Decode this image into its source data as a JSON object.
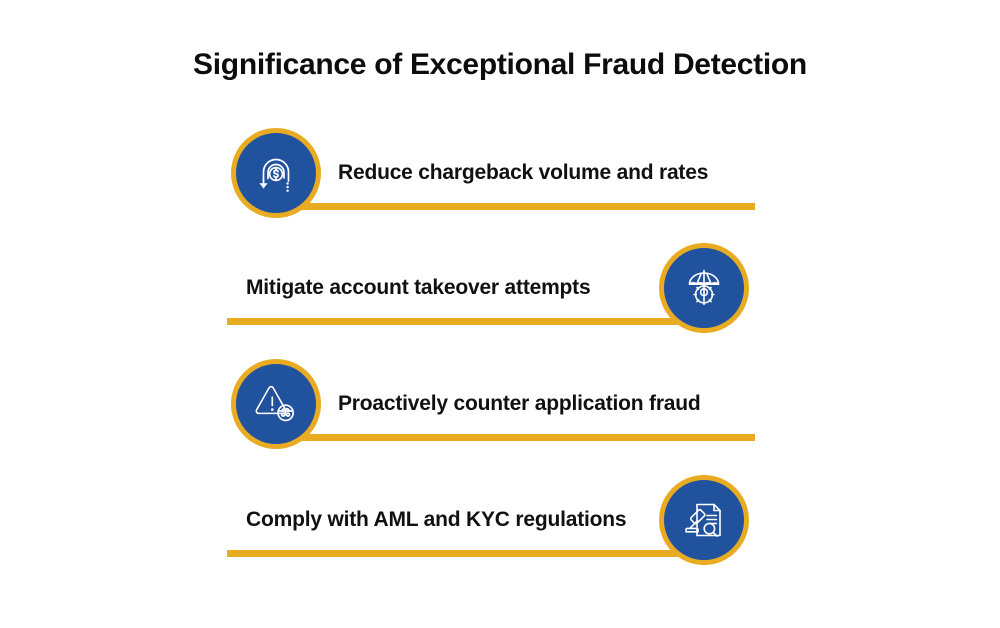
{
  "header": {
    "title": "Significance of Exceptional Fraud Detection"
  },
  "theme": {
    "background": "#ffffff",
    "accent_blue": "#21529E",
    "accent_yellow": "#E8AB22",
    "text_color": "#111111"
  },
  "rows": [
    {
      "label": "Reduce chargeback volume and rates",
      "icon": "chargeback-dollar-return-icon",
      "icon_side": "left"
    },
    {
      "label": "Mitigate account takeover attempts",
      "icon": "umbrella-gear-protection-icon",
      "icon_side": "right"
    },
    {
      "label": "Proactively counter application fraud",
      "icon": "warning-triangle-spy-icon",
      "icon_side": "left"
    },
    {
      "label": "Comply with AML and KYC regulations",
      "icon": "gavel-document-magnifier-icon",
      "icon_side": "right"
    }
  ]
}
